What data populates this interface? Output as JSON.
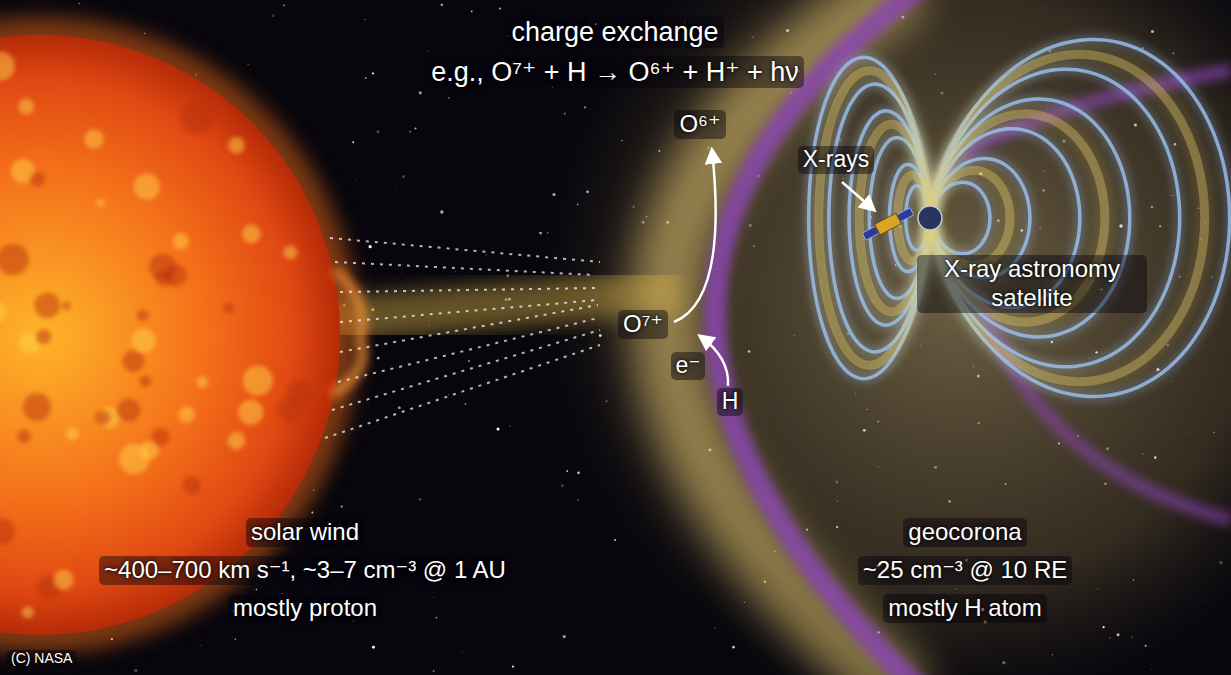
{
  "diagram": {
    "labels": [
      "charge exchange",
      "e.g., O⁷⁺ + H → O⁶⁺ + H⁺ + hν",
      "O⁶⁺",
      "X-rays",
      "O⁷⁺",
      "e⁻",
      "H",
      "X-ray astronomy satellite",
      "solar wind",
      "~400–700 km s⁻¹, ~3–7 cm⁻³ @ 1 AU",
      "mostly proton",
      "geocorona",
      "~25 cm⁻³ @ 10 RE",
      "mostly H atom",
      "(C) NASA"
    ]
  }
}
